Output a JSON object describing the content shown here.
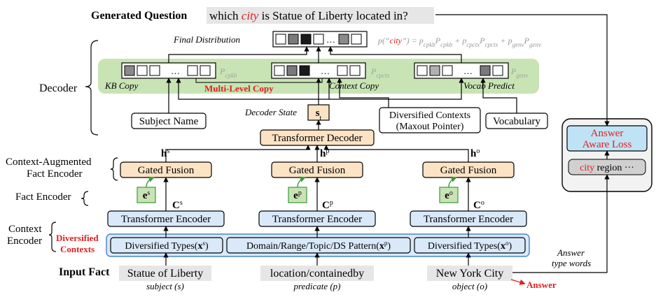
{
  "top": {
    "generated_question_label": "Generated Question",
    "question_pre": "which ",
    "question_city": "city",
    "question_post": " is Statue of Liberty located in?"
  },
  "decoder": {
    "label": "Decoder",
    "final_distribution": "Final Distribution",
    "formula_lhs": "p(“",
    "formula_city": "city",
    "formula_rhs": "”) = p",
    "formula_terms": [
      "cpkb",
      "P",
      "cpkb",
      " + p",
      "cpctx",
      "P",
      "cpctx",
      " + p",
      "genv",
      "P",
      "genv"
    ],
    "p_cpkb": "P",
    "p_cpkb_sub": "cpkb",
    "p_cpctx": "P",
    "p_cpctx_sub": "cpctx",
    "p_genv": "P",
    "p_genv_sub": "genv",
    "kb_copy": "KB Copy",
    "multi_level_copy": "Multi-Level Copy",
    "context_copy": "Context Copy",
    "vocab_predict": "Vocab Predict",
    "ellipsis": "…",
    "subject_name": "Subject Name",
    "decoder_state": "Decoder State",
    "state_symbol": "s",
    "state_sub": "t",
    "diversified_contexts_1": "Diversified Contexts",
    "diversified_contexts_2": "(Maxout Pointer)",
    "vocabulary": "Vocabulary",
    "transformer_decoder": "Transformer Decoder"
  },
  "encoder": {
    "context_augmented_1": "Context-Augmented",
    "context_augmented_2": "Fact Encoder",
    "fact_encoder": "Fact Encoder",
    "context_1": "Context",
    "context_2": "Encoder",
    "div_contexts_1": "Diversified",
    "div_contexts_2": "Contexts",
    "gated_fusion": "Gated Fusion",
    "transformer_encoder": "Transformer Encoder",
    "h_symbol": "h",
    "e_symbol": "e",
    "c_symbol": "C",
    "sup_s": "s",
    "sup_p": "p",
    "sup_o": "o",
    "div_types_s": "Diversified Types(",
    "x_sym": "x",
    "close": ")",
    "pattern": "Domain/Range/Topic/DS Pattern(",
    "div_types_o": "Diversified Types("
  },
  "input": {
    "label": "Input Fact",
    "subject": "Statue of Liberty",
    "predicate": "location/containedby",
    "object": "New York City",
    "subject_role": "subject (s)",
    "predicate_role": "predicate (p)",
    "object_role": "object (o)",
    "answer": "Answer"
  },
  "loss": {
    "answer_1": "Answer",
    "aware_loss": "Aware Loss",
    "city": "city",
    "region": " region ···",
    "answer_type_1": "Answer",
    "answer_type_2": "type words"
  },
  "colors": {
    "green_band": "#c9e4b4",
    "blue_box": "#d9e9f9",
    "orange_box": "#fbe3c4",
    "red": "#e0201f",
    "loss_box": "#bfe3f5"
  }
}
